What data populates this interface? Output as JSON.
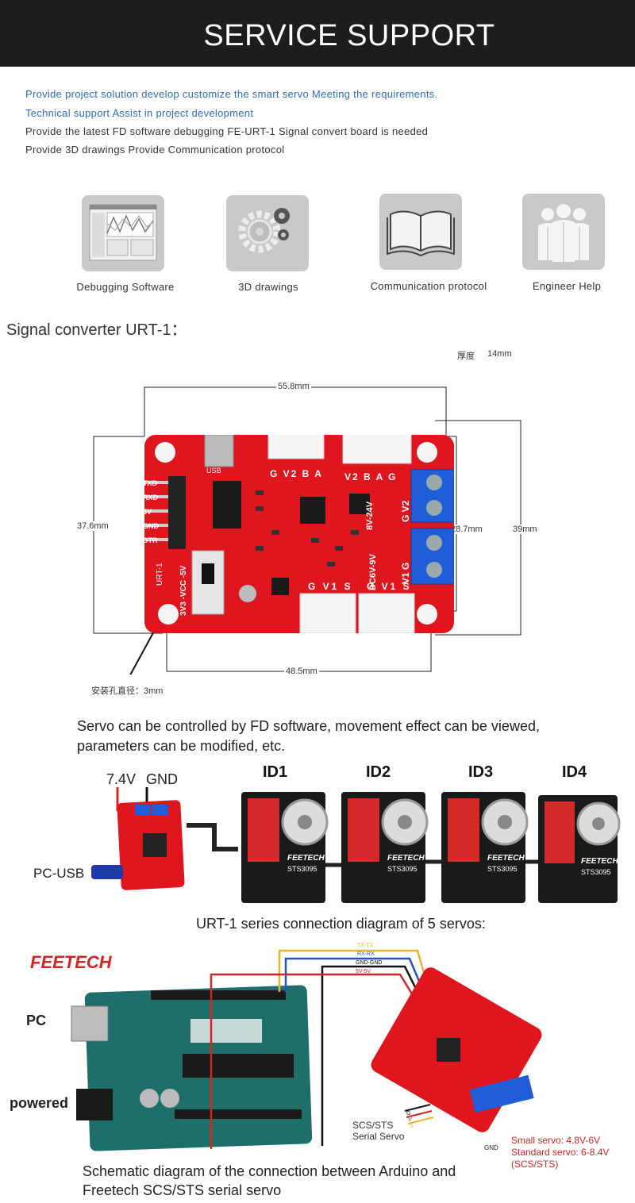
{
  "header": {
    "title": "SERVICE SUPPORT"
  },
  "support_lines": [
    "Provide project solution develop customize the smart servo Meeting the requirements.",
    "Technical support Assist in project development",
    "Provide the latest FD software debugging FE-URT-1 Signal convert board is needed",
    "Provide 3D drawings Provide Communication protocol"
  ],
  "services": [
    {
      "label": "Debugging Software",
      "icon": "software-window-icon"
    },
    {
      "label": "3D drawings",
      "icon": "gears-icon"
    },
    {
      "label": "Communication protocol",
      "icon": "open-book-icon"
    },
    {
      "label": "Engineer Help",
      "icon": "engineers-icon"
    }
  ],
  "urt": {
    "heading": "Signal converter URT-1：",
    "thickness_label": "厚度",
    "thickness_value": "14mm",
    "dims": {
      "width": "55.8mm",
      "height_left": "37.6mm",
      "inner_height": "28.7mm",
      "outer_height": "39mm",
      "hole_spacing": "48.5mm"
    },
    "hole_note": "安装孔直径：3mm",
    "board": {
      "left_pins": [
        "TXD",
        "RXD",
        "5V",
        "GND",
        "DTR"
      ],
      "switch_label": "3V3 -VCC -5V",
      "side_label": "URT-1",
      "top_connector_a": "G V2 B A",
      "top_connector_b": "V2 B A G",
      "voltage_v2": "8V-24V",
      "voltage_v1": "DC6V-9V",
      "terminal_v2": "G V2",
      "terminal_v1": "V1 G",
      "bottom_connector_1": "G V1 S",
      "bottom_connector_2": "G V1 S",
      "usb_label": "USB"
    }
  },
  "diagram1": {
    "intro_line1": "Servo can be controlled by FD software, movement effect can be viewed,",
    "intro_line2": "parameters can be modified, etc.",
    "power_pos": "7.4V",
    "power_gnd": "GND",
    "pc_usb": "PC-USB",
    "servo_ids": [
      "ID1",
      "ID2",
      "ID3",
      "ID4"
    ],
    "servo_brand": "FEETECH",
    "servo_model": "STS3095",
    "caption": "URT-1 series connection diagram of 5 servos:"
  },
  "diagram2": {
    "brand": "FEETECH",
    "pc_label": "PC",
    "powered_label": "powered",
    "wire_labels": [
      "TX-TX",
      "RX-RX",
      "GND-GND",
      "5V-5V"
    ],
    "servo_label_line1": "SCS/STS",
    "servo_label_line2": "Serial Servo",
    "gnd_label": "GND",
    "pin_labels": [
      "S",
      "V",
      "G"
    ],
    "small_servo": "Small servo: 4.8V-6V",
    "standard_servo": "Standard servo: 6-8.4V",
    "servo_types": "(SCS/STS)",
    "caption_line1": "Schematic diagram of the connection between Arduino and",
    "caption_line2": "Freetech SCS/STS serial servo"
  },
  "colors": {
    "header_bg": "#1d1d1d",
    "link_blue": "#2f6db8",
    "board_red": "#e0161e",
    "terminal_blue": "#1f5ed8",
    "arduino_teal": "#1e6f6a",
    "note_red": "#d22525"
  }
}
